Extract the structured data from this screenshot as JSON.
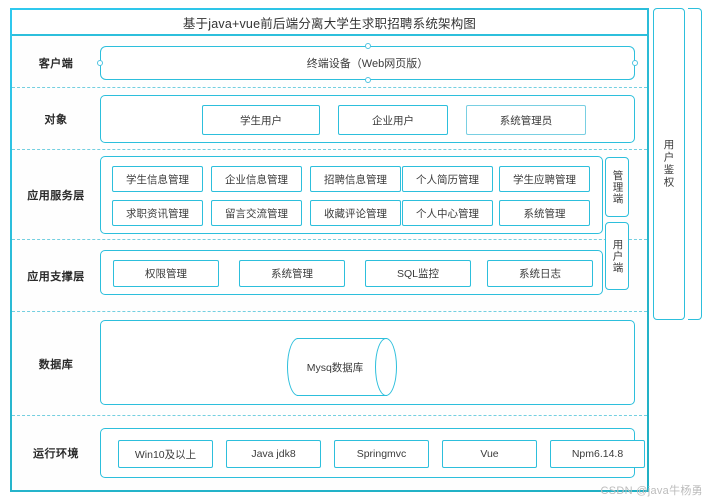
{
  "diagram": {
    "title": "基于java+vue前后端分离大学生求职招聘系统架构图",
    "accent_color": "#2dbfdc",
    "watermark": "CSDN @java牛杨勇"
  },
  "layers": {
    "client": {
      "label": "客户端",
      "panel_label": "终端设备（Web网页版）"
    },
    "object": {
      "label": "对象",
      "nodes": [
        "学生用户",
        "企业用户",
        "系统管理员"
      ]
    },
    "service": {
      "label": "应用服务层",
      "row1": [
        "学生信息管理",
        "企业信息管理",
        "招聘信息管理",
        "个人简历管理",
        "学生应聘管理"
      ],
      "row2": [
        "求职资讯管理",
        "留言交流管理",
        "收藏评论管理",
        "个人中心管理",
        "系统管理"
      ]
    },
    "support": {
      "label": "应用支撑层",
      "nodes": [
        "权限管理",
        "系统管理",
        "SQL监控",
        "系统日志"
      ]
    },
    "database": {
      "label": "数据库",
      "store": "Mysq数据库"
    },
    "runtime": {
      "label": "运行环境",
      "nodes": [
        "Win10及以上",
        "Java jdk8",
        "Springmvc",
        "Vue",
        "Npm6.14.8"
      ]
    }
  },
  "side": {
    "admin_terminal": "管理端",
    "user_terminal": "用户端",
    "auth": "用户鉴权"
  }
}
